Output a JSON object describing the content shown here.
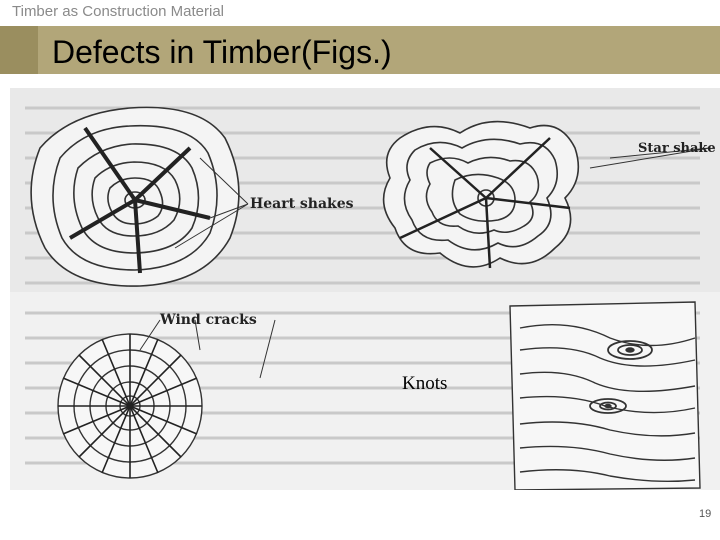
{
  "header": {
    "label": "Timber as Construction Material"
  },
  "slide": {
    "title": "Defects in Timber(Figs.)",
    "page_number": "19"
  },
  "figure": {
    "labels": {
      "heart_shakes": "Heart shakes",
      "star_shakes": "Star shake",
      "wind_cracks": "Wind cracks",
      "knots": "Knots"
    }
  },
  "colors": {
    "title_band": "#b2a679",
    "title_band_strip": "#9a8e5f",
    "header_text": "#8a8a8a"
  }
}
